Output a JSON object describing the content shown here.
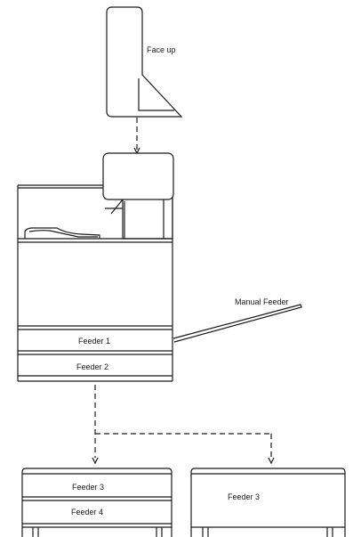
{
  "labels": {
    "face_up": "Face up",
    "manual_feeder": "Manual Feeder",
    "feeder_1": "Feeder 1",
    "feeder_2": "Feeder 2",
    "feeder_3_left": "Feeder 3",
    "feeder_4": "Feeder 4",
    "feeder_3_right": "Feeder 3"
  },
  "colors": {
    "stroke": "#1a1a1a",
    "fill": "#ffffff"
  }
}
